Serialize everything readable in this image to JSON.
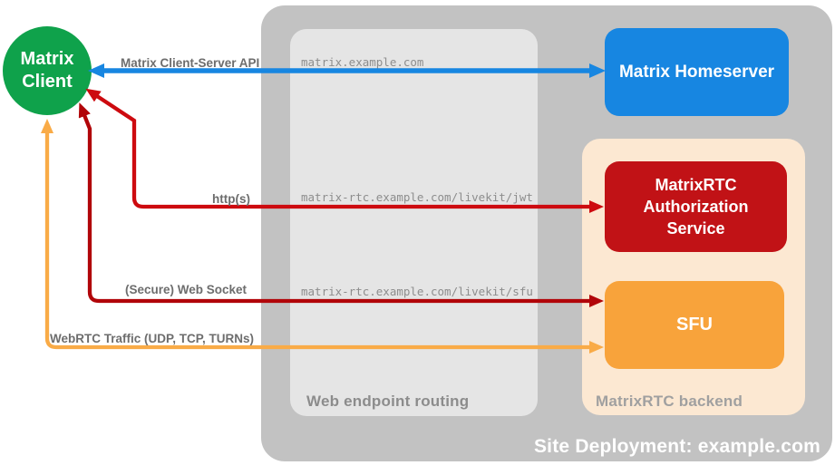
{
  "title": "Site Deployment: example.com",
  "colors": {
    "outer_container": "#c2c2c2",
    "routing_box": "#e5e5e5",
    "backend_box": "#fce8d2",
    "client_green": "#0fa24b",
    "homeserver_blue": "#1786e1",
    "auth_red": "#c11216",
    "sfu_orange": "#f8a33b",
    "arrow_blue": "#1786e1",
    "arrow_red_http": "#cd0a0f",
    "arrow_red_websocket": "#b10509",
    "arrow_orange": "#f9ab47",
    "label_gray": "#6d6d6d"
  },
  "client": {
    "label": "Matrix\nClient"
  },
  "nodes": {
    "homeserver": {
      "label": "Matrix Homeserver"
    },
    "auth": {
      "label": "MatrixRTC\nAuthorization\nService"
    },
    "sfu": {
      "label": "SFU"
    }
  },
  "containers": {
    "site": {
      "label": "Site Deployment: example.com"
    },
    "routing": {
      "label": "Web endpoint routing"
    },
    "backend": {
      "label": "MatrixRTC backend"
    }
  },
  "endpoints": [
    "matrix.example.com",
    "matrix-rtc.example.com/livekit/jwt",
    "matrix-rtc.example.com/livekit/sfu"
  ],
  "arrows": {
    "cs_api": {
      "label": "Matrix Client-Server API"
    },
    "http": {
      "label": "http(s)"
    },
    "websocket": {
      "label": "(Secure) Web Socket"
    },
    "webrtc": {
      "label": "WebRTC Traffic (UDP, TCP, TURNs)"
    }
  }
}
